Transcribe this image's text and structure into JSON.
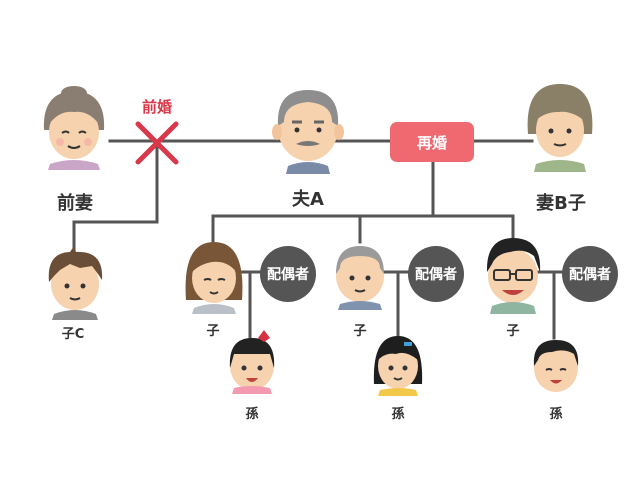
{
  "people": {
    "former_wife": "前妻",
    "husband": "夫A",
    "wife": "妻B子",
    "child_c": "子C",
    "child_1": "子",
    "child_2": "子",
    "child_3": "子",
    "grandchild_1": "孫",
    "grandchild_2": "孫",
    "grandchild_3": "孫"
  },
  "relations": {
    "divorce": "前婚",
    "remarriage": "再婚",
    "spouse": "配偶者"
  },
  "colors": {
    "line": "#555555",
    "divorce_cross": "#d8384a",
    "remarriage_badge": "#f06870",
    "spouse_badge": "#555555"
  }
}
